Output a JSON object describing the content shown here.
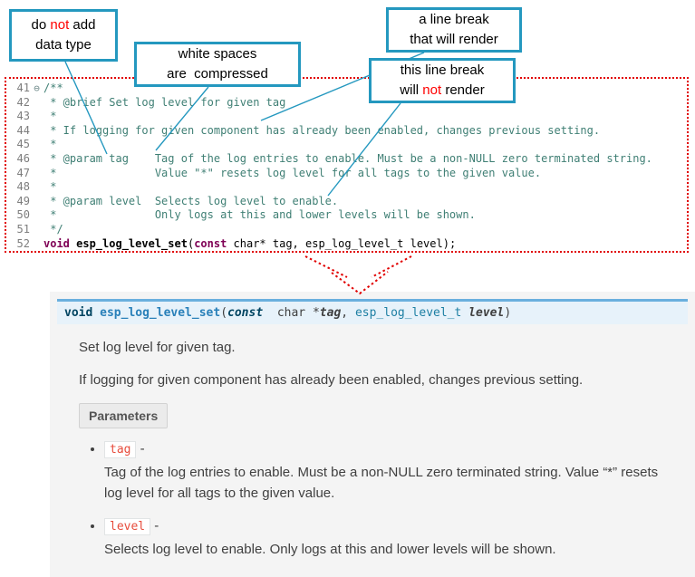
{
  "colors": {
    "callout_border": "#2498bf",
    "red_accent": "#ff0000",
    "dotted_red": "#e10000",
    "comment_green": "#3f7f74",
    "keyword_purple": "#7f0055",
    "sig_bg": "#e7f2fa",
    "sig_border": "#6ab0de",
    "param_red": "#e74c3c"
  },
  "callouts": {
    "no_datatype": {
      "t1": "do ",
      "em": "not",
      "t2": " add",
      "line2": "data type"
    },
    "whitespace": {
      "line1": "white spaces",
      "line2": "are  compressed"
    },
    "break_render": {
      "line1": "a line break",
      "line2": "that will render"
    },
    "break_norender": {
      "line1": "this line break",
      "t1": "will ",
      "em": "not",
      "t2": " render"
    }
  },
  "editor": {
    "fold_icon": "⊖",
    "lines": [
      {
        "num": "41",
        "code": "/**"
      },
      {
        "num": "42",
        "code": " * @brief Set log level for given tag"
      },
      {
        "num": "43",
        "code": " *"
      },
      {
        "num": "44",
        "code": " * If logging for given component has already been enabled, changes previous setting."
      },
      {
        "num": "45",
        "code": " *"
      },
      {
        "num": "46",
        "code": " * @param tag    Tag of the log entries to enable. Must be a non-NULL zero terminated string."
      },
      {
        "num": "47",
        "code": " *               Value \"*\" resets log level for all tags to the given value."
      },
      {
        "num": "48",
        "code": " *"
      },
      {
        "num": "49",
        "code": " * @param level  Selects log level to enable."
      },
      {
        "num": "50",
        "code": " *               Only logs at this and lower levels will be shown."
      },
      {
        "num": "51",
        "code": " */"
      }
    ],
    "decl": {
      "num": "52",
      "kw1": "void ",
      "fn": "esp_log_level_set",
      "p1": "(",
      "kw2": "const",
      "rest": " char* tag, esp_log_level_t level);"
    }
  },
  "preview": {
    "signature": {
      "kw1": "void",
      "fn": " esp_log_level_set",
      "p1": "(",
      "kw2": "const",
      "t1": "  char *",
      "arg1": "tag",
      "comma": ", ",
      "type2": "esp_log_level_t",
      "sp": " ",
      "arg2": "level",
      "p2": ")"
    },
    "brief": "Set log level for given tag.",
    "para": "If logging for given component has already been enabled, changes previous setting.",
    "parameters_label": "Parameters",
    "params": [
      {
        "name": "tag",
        "sep": " -",
        "desc": "Tag of the log entries to enable. Must be a non-NULL zero terminated string. Value “*” resets log level for all tags to the given value."
      },
      {
        "name": "level",
        "sep": " -",
        "desc": "Selects log level to enable. Only logs at this and lower levels will be shown."
      }
    ]
  }
}
